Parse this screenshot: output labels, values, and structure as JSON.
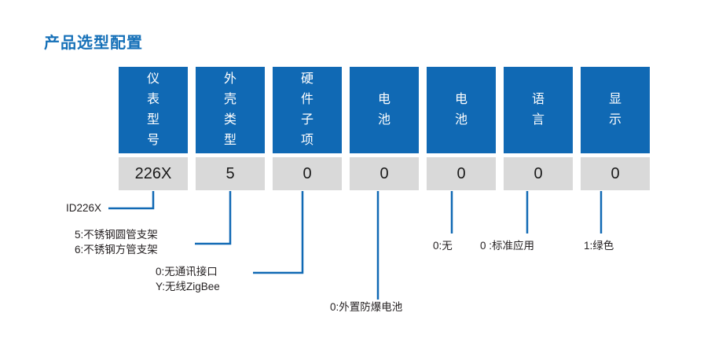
{
  "title": "产品选型配置",
  "colors": {
    "title_blue": "#1570b8",
    "header_blue": "#1069b4",
    "value_gray": "#d9d9d9",
    "leader_blue": "#1069b4",
    "text_dark": "#231f20",
    "background": "#ffffff"
  },
  "columns": [
    {
      "header": "仪表型号",
      "header_chars": [
        "仪",
        "表",
        "型",
        "号"
      ],
      "value": "226X"
    },
    {
      "header": "外壳类型",
      "header_chars": [
        "外",
        "壳",
        "类",
        "型"
      ],
      "value": "5"
    },
    {
      "header": "硬件子项",
      "header_chars": [
        "硬",
        "件",
        "子",
        "项"
      ],
      "value": "0"
    },
    {
      "header": "电池",
      "header_chars": [
        "电",
        "池"
      ],
      "value": "0"
    },
    {
      "header": "电池",
      "header_chars": [
        "电",
        "池"
      ],
      "value": "0"
    },
    {
      "header": "语言",
      "header_chars": [
        "语",
        "言"
      ],
      "value": "0"
    },
    {
      "header": "显示",
      "header_chars": [
        "显",
        "示"
      ],
      "value": "0"
    }
  ],
  "annotations": {
    "col1": {
      "lines": [
        "ID226X"
      ]
    },
    "col2": {
      "lines": [
        "5:不锈钢圆管支架",
        "6:不锈钢方管支架"
      ]
    },
    "col3": {
      "lines": [
        "0:无通讯接口",
        "Y:无线ZigBee"
      ]
    },
    "col4": {
      "lines": [
        "0:外置防爆电池"
      ]
    },
    "col5": {
      "lines": [
        "0:无"
      ]
    },
    "col6": {
      "lines": [
        "0 :标准应用"
      ]
    },
    "col7": {
      "lines": [
        "1:绿色"
      ]
    }
  }
}
